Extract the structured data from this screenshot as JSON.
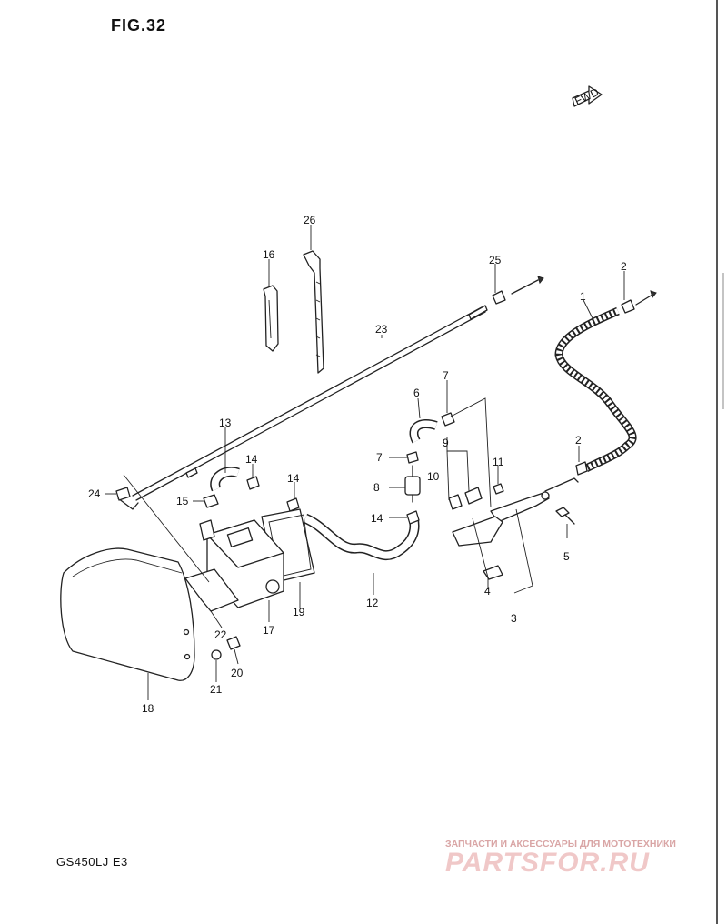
{
  "figure": {
    "title": "FIG.32",
    "model_code": "GS450LJ E3",
    "fwd_label": "FWD"
  },
  "watermark": {
    "subtitle": "ЗАПЧАСТИ И АКСЕССУАРЫ ДЛЯ МОТОТЕХНИКИ",
    "brand": "PARTSFOR.RU"
  },
  "callouts": [
    "1",
    "2",
    "2",
    "3",
    "4",
    "5",
    "6",
    "7",
    "7",
    "8",
    "9",
    "10",
    "11",
    "12",
    "13",
    "14",
    "14",
    "14",
    "15",
    "16",
    "17",
    "18",
    "19",
    "20",
    "21",
    "22",
    "23",
    "24",
    "25",
    "26"
  ]
}
